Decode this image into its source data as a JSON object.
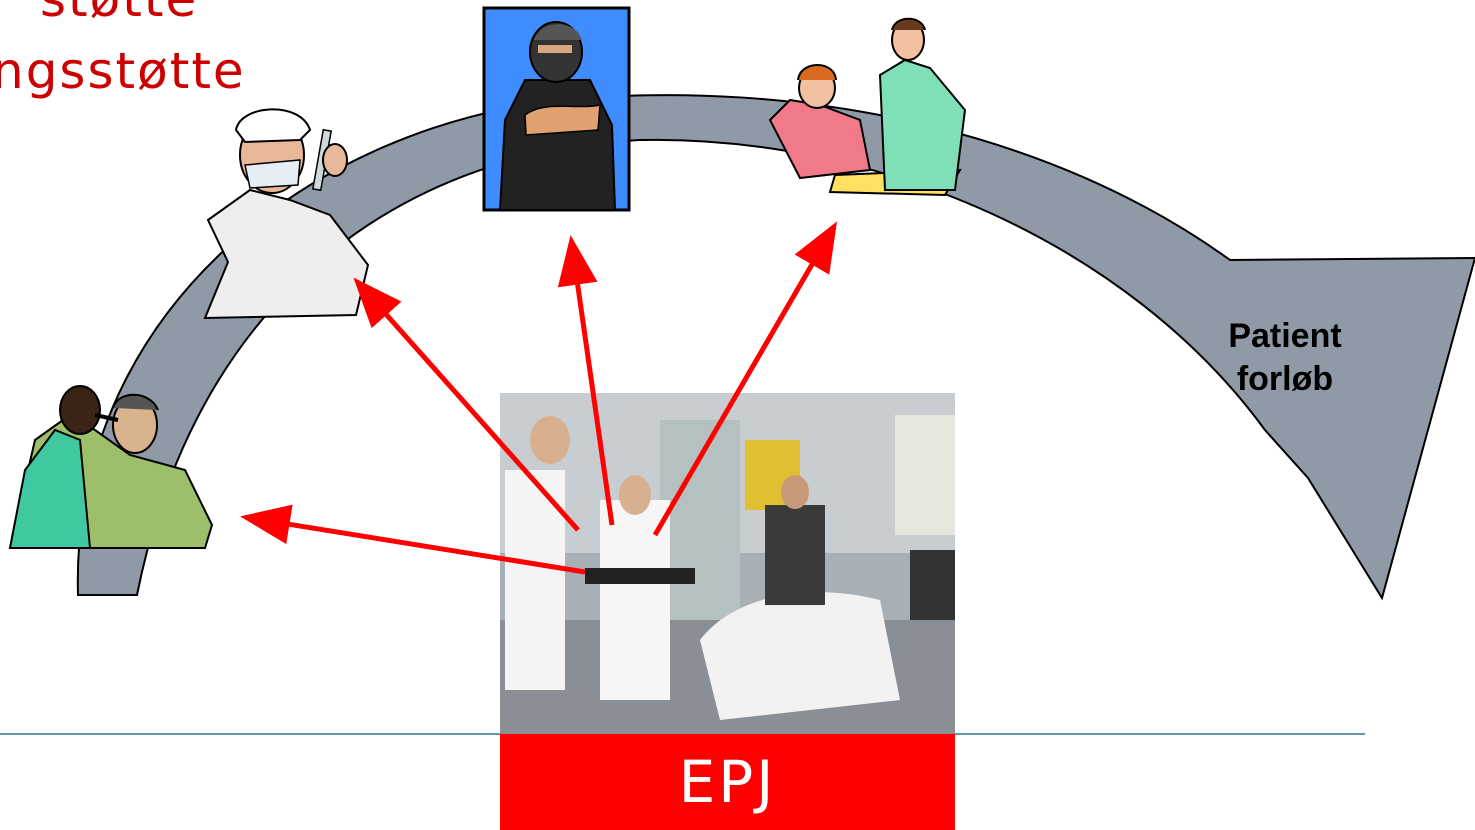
{
  "title": {
    "line1": "støtte",
    "line2": "ngsstøtte"
  },
  "arrow_label": "Patient\nforløb",
  "epj_label": "EPJ",
  "colors": {
    "title": "#cc0000",
    "arc": "#8f9aa6",
    "arrows": "#ff0000",
    "epj_bar": "#ff0000",
    "rule": "#2f7a8a"
  },
  "illustrations": [
    "doctor-examining-ear-clipart",
    "nurse-with-syringe-clipart",
    "surgeon-clipart",
    "patient-with-doctor-clipart",
    "hospital-ward-photo"
  ]
}
